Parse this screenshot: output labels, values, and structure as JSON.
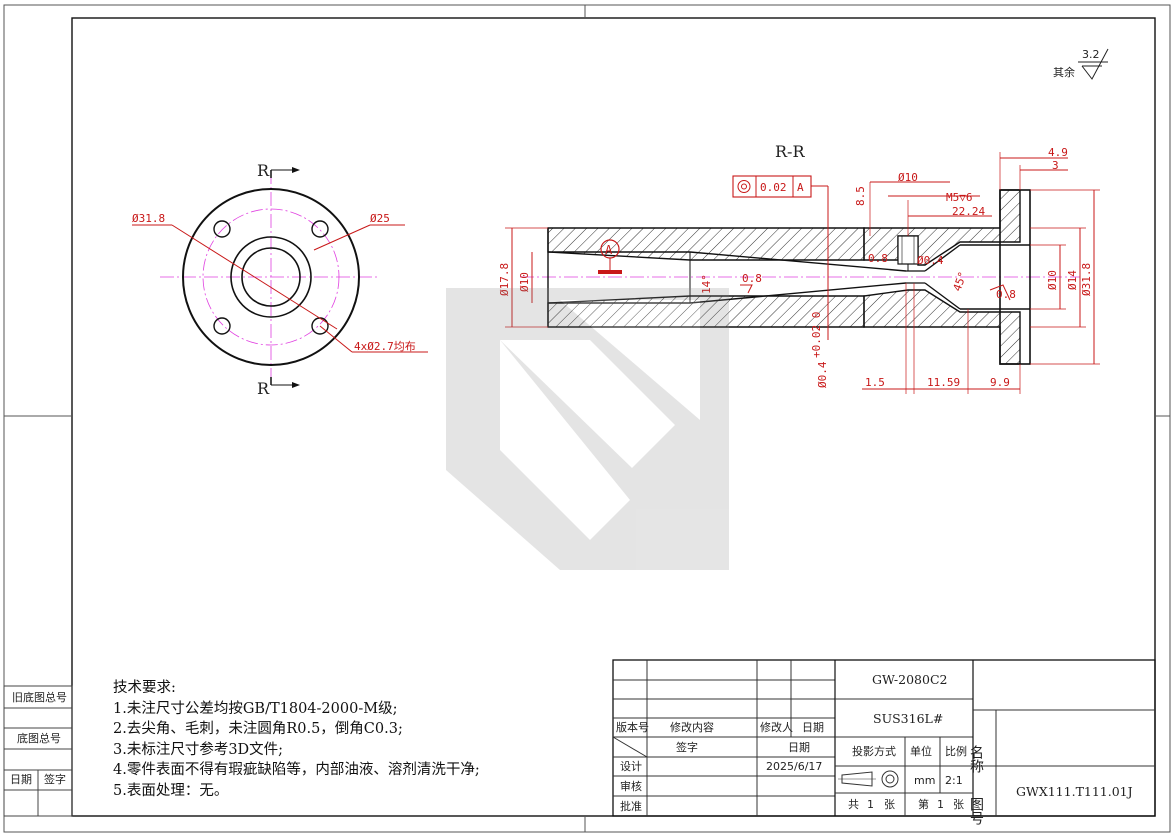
{
  "drawing": {
    "roughness": {
      "value": "3.2",
      "note": "其余"
    },
    "section_label": "R-R",
    "view_marks": {
      "top": "R",
      "bottom": "R"
    },
    "end_view_dims": {
      "d1": "Ø31.8",
      "d2": "Ø25",
      "holes": "4xØ2.7均布"
    },
    "datum": "A",
    "tolerance_frame": {
      "symbol": "◎",
      "value": "0.02",
      "datum": "A"
    },
    "dims": {
      "d17_8": "Ø17.8",
      "d10_left": "Ø10",
      "angle14": "14°",
      "r08a": "0.8",
      "d10_top": "Ø10",
      "h8_5": "8.5",
      "m5": "M5▽6",
      "l22_24": "22.24",
      "r08b": "0.8",
      "d04_top": "Ø0.4",
      "angle45": "45°",
      "r08c": "0.8",
      "l4_9": "4.9",
      "l3": "3",
      "d10_right": "Ø10",
      "d14": "Ø14",
      "d31_8": "Ø31.8",
      "d04_bottom": "Ø0.4",
      "tol_small": "+0.02\n0",
      "l1_5": "1.5",
      "l11_59": "11.59",
      "l9_9": "9.9"
    }
  },
  "notes": {
    "title": "技术要求:",
    "items": [
      "1.未注尺寸公差均按GB/T1804-2000-M级;",
      "2.去尖角、毛刺，未注圆角R0.5，倒角C0.3;",
      "3.未标注尺寸参考3D文件;",
      "4.零件表面不得有瑕疵缺陷等，内部油液、溶剂清洗干净;",
      "5.表面处理：无。"
    ]
  },
  "left_margin": {
    "old_base_total": "旧底图总号",
    "base_total": "底图总号",
    "date": "日期",
    "sign": "签字"
  },
  "title_block": {
    "version_no": "版本号",
    "change_content": "修改内容",
    "modifier": "修改人",
    "date_hdr": "日期",
    "signature": "签字",
    "date_hdr2": "日期",
    "design": "设计",
    "design_date": "2025/6/17",
    "review": "审核",
    "approve": "批准",
    "part_no": "GW-2080C2",
    "material": "SUS316L#",
    "projection": "投影方式",
    "unit_hdr": "单位",
    "scale_hdr": "比例",
    "unit": "mm",
    "scale": "2:1",
    "total_label_pre": "共",
    "total": "1",
    "total_label_post": "张",
    "sheet_label_pre": "第",
    "sheet": "1",
    "sheet_label_post": "张",
    "name_label": "名称",
    "drawing_no_label": "图号",
    "drawing_no": "GWX111.T111.01J"
  }
}
